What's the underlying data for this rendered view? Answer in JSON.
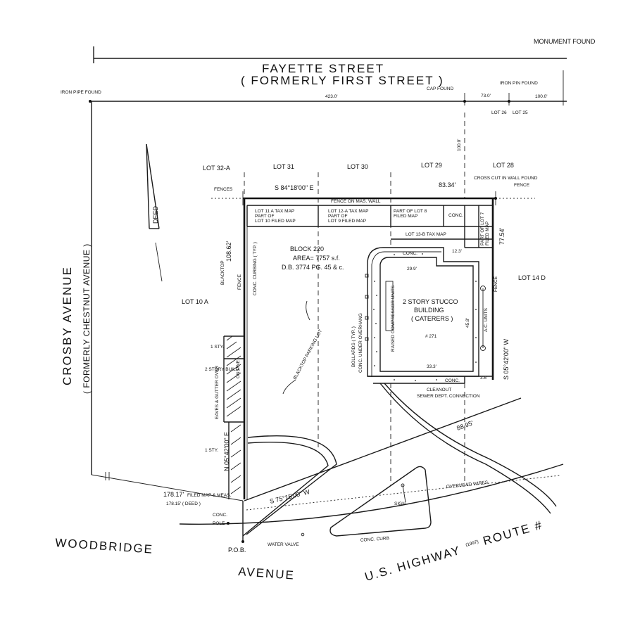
{
  "streets": {
    "top_name": "FAYETTE STREET",
    "top_former": "( FORMERLY FIRST STREET )",
    "left_name": "CROSBY AVENUE",
    "left_former": "( FORMERLY CHESTNUT AVENUE )",
    "bottom_left": "WOODBRIDGE",
    "bottom_mid": "AVENUE",
    "highway": "U.S. HIGHWAY",
    "highway_year": "(1997)",
    "highway_route": "ROUTE #"
  },
  "monuments": {
    "monument_found": "MONUMENT FOUND",
    "iron_pipe_found": "IRON PIPE FOUND",
    "cap_found": "CAP FOUND",
    "iron_pin_found": "IRON PIN FOUND",
    "cross_cut": "CROSS CUT IN WALL FOUND"
  },
  "distances": {
    "d423": "423.0'",
    "d73": "73.0'",
    "d100": "100.0'",
    "d100v": "100.0'",
    "d83": "83.34'",
    "d77": "77.54'",
    "d108": "108.62'",
    "d88": "88.95'",
    "d178a": "178.17'",
    "d178a_note": "FILED MAP & MEAS.",
    "d178b": "178.15' ( DEED )",
    "d29": "29.9'",
    "d33": "33.3'",
    "d45": "45.8'",
    "d12": "12.3'",
    "d3": "3.6'"
  },
  "bearings": {
    "north": "S 84°18'00\" E",
    "east": "S 05°42'00\" W",
    "west": "N 05°42'00\" E",
    "south": "S 75°15'00\" W"
  },
  "lots": {
    "lot26": "LOT 26",
    "lot25": "LOT 25",
    "lot32a": "LOT 32-A",
    "lot31": "LOT 31",
    "lot30": "LOT 30",
    "lot29": "LOT 29",
    "lot28": "LOT 28",
    "lot10a": "LOT 10 A",
    "lot14d": "LOT 14 D",
    "lot11a_1": "LOT 11 A TAX MAP",
    "lot11a_2": "PART OF",
    "lot11a_3": "LOT 10 FILED MAP",
    "lot12a_1": "LOT 12-A TAX MAP",
    "lot12a_2": "PART OF",
    "lot12a_3": "LOT 9 FILED MAP",
    "lot8_1": "PART OF LOT 8",
    "lot8_2": "FILED MAP",
    "lot7_1": "PART OF LOT 7",
    "lot7_2": "FILED MAP",
    "lot13b": "LOT 13-B TAX MAP"
  },
  "block": {
    "line1": "BLOCK      220",
    "line2": "AREA= 7757 s.f.",
    "line3": "D.B. 3774   PG. 45 & c."
  },
  "building": {
    "line1": "2 STORY STUCCO",
    "line2": "BUILDING",
    "line3": "( CATERERS )",
    "number": "# 271"
  },
  "notes": {
    "fences": "FENCES",
    "fence": "FENCE",
    "fence_r": "FENCE",
    "fence_masonry": "FENCE ON MAS. WALL",
    "conc": "CONC.",
    "conc2": "CONC.",
    "conc3": "CONC.",
    "conc4": "CONC.",
    "deed": "DEED",
    "blacktop": "BLACKTOP",
    "fence_v": "FENCE",
    "conc_curbing": "CONC. CURBING ( TYP. )",
    "blacktop_lot": "BLACKTOP PARKING LOT",
    "bollards": "BOLLARDS ( TYP. )",
    "conc_under": "CONC. UNDER OVERHANG",
    "raised_pad": "RAISED COMPRESSOR UNITS",
    "ac_units": "A.C. UNITS",
    "cleanout": "CLEANOUT",
    "sewer": "SEWER DEPT. CONNECTION",
    "one_sty": "1 STY.",
    "two_story": "2 STORY BUILD.",
    "on_line": "ON LINE",
    "eaves": "EAVES & GUTTER OVER",
    "one_sty2": "1 STY.",
    "pole": "POLE",
    "pob": "P.O.B.",
    "water_valve": "WATER VALVE",
    "conc_curb": "CONC. CURB",
    "overhead_wires": "OVERHEAD WIRES",
    "sign": "SIGN"
  }
}
